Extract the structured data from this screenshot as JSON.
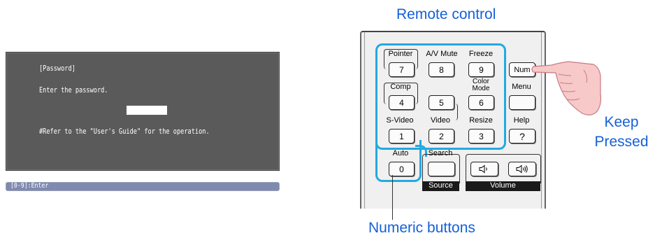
{
  "screen": {
    "title": "[Password]",
    "prompt": "Enter the password.",
    "note": "#Refer to the \"User's Guide\" for the operation.",
    "status": "[0-9]:Enter"
  },
  "labels": {
    "remote_control": "Remote control",
    "keep_pressed_1": "Keep",
    "keep_pressed_2": "Pressed",
    "numeric_buttons": "Numeric buttons"
  },
  "remote": {
    "keys": {
      "pointer": {
        "label": "Pointer",
        "digit": "7"
      },
      "av_mute": {
        "label": "A/V Mute",
        "digit": "8"
      },
      "freeze": {
        "label": "Freeze",
        "digit": "9"
      },
      "num": {
        "label": "Num"
      },
      "comp": {
        "label": "Comp",
        "digit": "4"
      },
      "five": {
        "digit": "5"
      },
      "color_mode": {
        "label_1": "Color",
        "label_2": "Mode",
        "digit": "6"
      },
      "menu": {
        "label": "Menu"
      },
      "s_video": {
        "label": "S-Video",
        "digit": "1"
      },
      "video": {
        "label": "Video",
        "digit": "2"
      },
      "resize": {
        "label": "Resize",
        "digit": "3"
      },
      "help": {
        "label": "Help",
        "symbol": "?"
      },
      "auto": {
        "label": "Auto",
        "digit": "0"
      },
      "search": {
        "label": "Search"
      },
      "source": {
        "label": "Source"
      },
      "volume": {
        "label": "Volume"
      }
    }
  },
  "colors": {
    "highlight": "#24a9e1",
    "label_blue": "#1560d8",
    "finger": "#f7c9c9"
  }
}
